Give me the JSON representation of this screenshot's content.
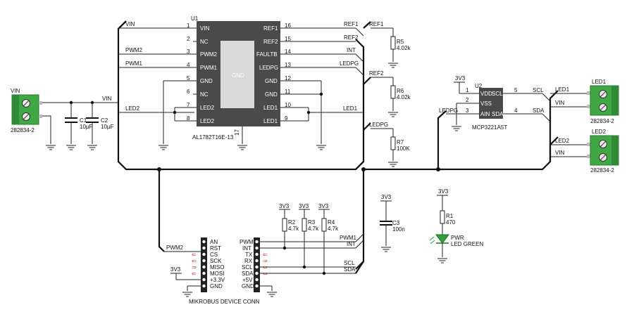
{
  "u1": {
    "ref": "U1",
    "part": "AL1782T16E-13",
    "center": "GND",
    "pin17": "17",
    "left_pins": [
      {
        "num": "1",
        "name": "VIN"
      },
      {
        "num": "2",
        "name": "NC"
      },
      {
        "num": "3",
        "name": "PWM2"
      },
      {
        "num": "4",
        "name": "PWM1"
      },
      {
        "num": "5",
        "name": "GND"
      },
      {
        "num": "6",
        "name": "NC"
      },
      {
        "num": "7",
        "name": "LED2"
      },
      {
        "num": "8",
        "name": "LED2"
      }
    ],
    "right_pins": [
      {
        "num": "16",
        "name": "REF1"
      },
      {
        "num": "15",
        "name": "REF2"
      },
      {
        "num": "14",
        "name": "FAULTB"
      },
      {
        "num": "13",
        "name": "LEDPG"
      },
      {
        "num": "12",
        "name": "GND"
      },
      {
        "num": "11",
        "name": "GND"
      },
      {
        "num": "10",
        "name": "LED1"
      },
      {
        "num": "9",
        "name": "LED1"
      }
    ]
  },
  "nets": {
    "vin": "VIN",
    "pwm2": "PWM2",
    "pwm1": "PWM1",
    "led2": "LED2",
    "led1": "LED1",
    "ref1": "REF1",
    "ref2": "REF2",
    "int": "INT",
    "ledpg": "LEDPG",
    "scl": "SCL",
    "sda": "SDA",
    "v3v3": "3V3"
  },
  "connectors": [
    {
      "ref": "282834-2",
      "label": "VIN"
    },
    {
      "ref": "282834-2",
      "pin1": "LED1",
      "pin2": "VIN"
    },
    {
      "ref": "282834-2",
      "pin1": "LED2",
      "pin2": "VIN"
    }
  ],
  "caps": {
    "c1": {
      "ref": "C1",
      "value": "10µF"
    },
    "c2": {
      "ref": "C2",
      "value": "10µF"
    },
    "c3": {
      "ref": "C3",
      "value": "100n"
    }
  },
  "resistors": {
    "r5": {
      "ref": "R5",
      "value": "4.02k"
    },
    "r6": {
      "ref": "R6",
      "value": "4.02k"
    },
    "r7": {
      "ref": "R7",
      "value": "100K"
    },
    "r2": {
      "ref": "R2",
      "value": "4.7k"
    },
    "r3": {
      "ref": "R3",
      "value": "4.7k"
    },
    "r4": {
      "ref": "R4",
      "value": "4.7k"
    },
    "r1": {
      "ref": "R1",
      "value": "470"
    }
  },
  "u2": {
    "ref": "U2",
    "part": "MCP3221A5T",
    "pins": [
      {
        "num": "1",
        "name": "VDD"
      },
      {
        "num": "2",
        "name": "VSS"
      },
      {
        "num": "3",
        "name": "AIN"
      },
      {
        "num": "4",
        "name": "SDA"
      },
      {
        "num": "5",
        "name": "SCL"
      }
    ]
  },
  "led": {
    "ref": "PWR",
    "label": "LED GREEN",
    "color": "#2e9e3e"
  },
  "mikrobus": {
    "title": "MIKROBUS DEVICE CONN",
    "left": [
      "AN",
      "RST",
      "CS",
      "SCK",
      "MISO",
      "MOSI",
      "+3.3V",
      "GND"
    ],
    "right": [
      "PWM",
      "INT",
      "TX",
      "RX",
      "SCL",
      "SDA",
      "+5V",
      "GND"
    ]
  },
  "colors": {
    "ic_fill": "#4a4a4a",
    "terminal_green": "#3fa845",
    "arrow_red": "#d03030"
  }
}
